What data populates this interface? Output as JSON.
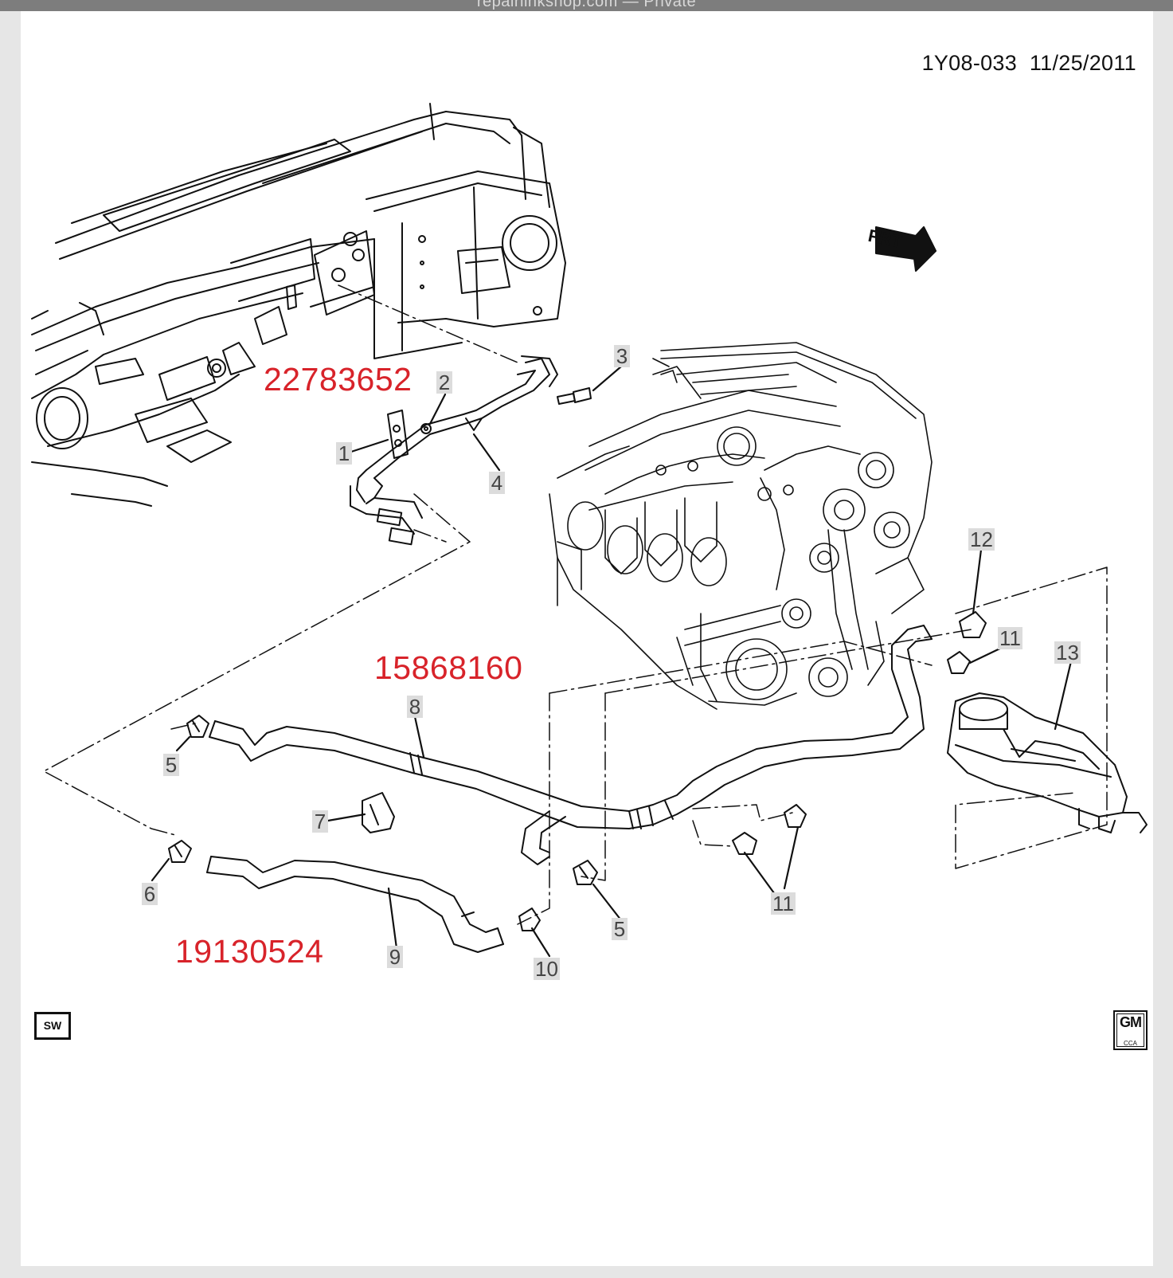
{
  "browser": {
    "url_text": "repairlinkshop.com — Private"
  },
  "document": {
    "id": "1Y08-033",
    "date": "11/25/2011"
  },
  "orientation": {
    "label": "FRT"
  },
  "callouts": [
    "1",
    "2",
    "3",
    "4",
    "5",
    "5",
    "6",
    "7",
    "8",
    "9",
    "10",
    "11",
    "11",
    "12",
    "13"
  ],
  "part_numbers": [
    "22783652",
    "15868160",
    "19130524"
  ],
  "badges": {
    "sw": "SW",
    "gm": "GM",
    "cca": "CCA"
  },
  "colors": {
    "part_number_text": "#d8232a",
    "callout_bg": "#dcdcdc",
    "line_art": "#111111"
  }
}
